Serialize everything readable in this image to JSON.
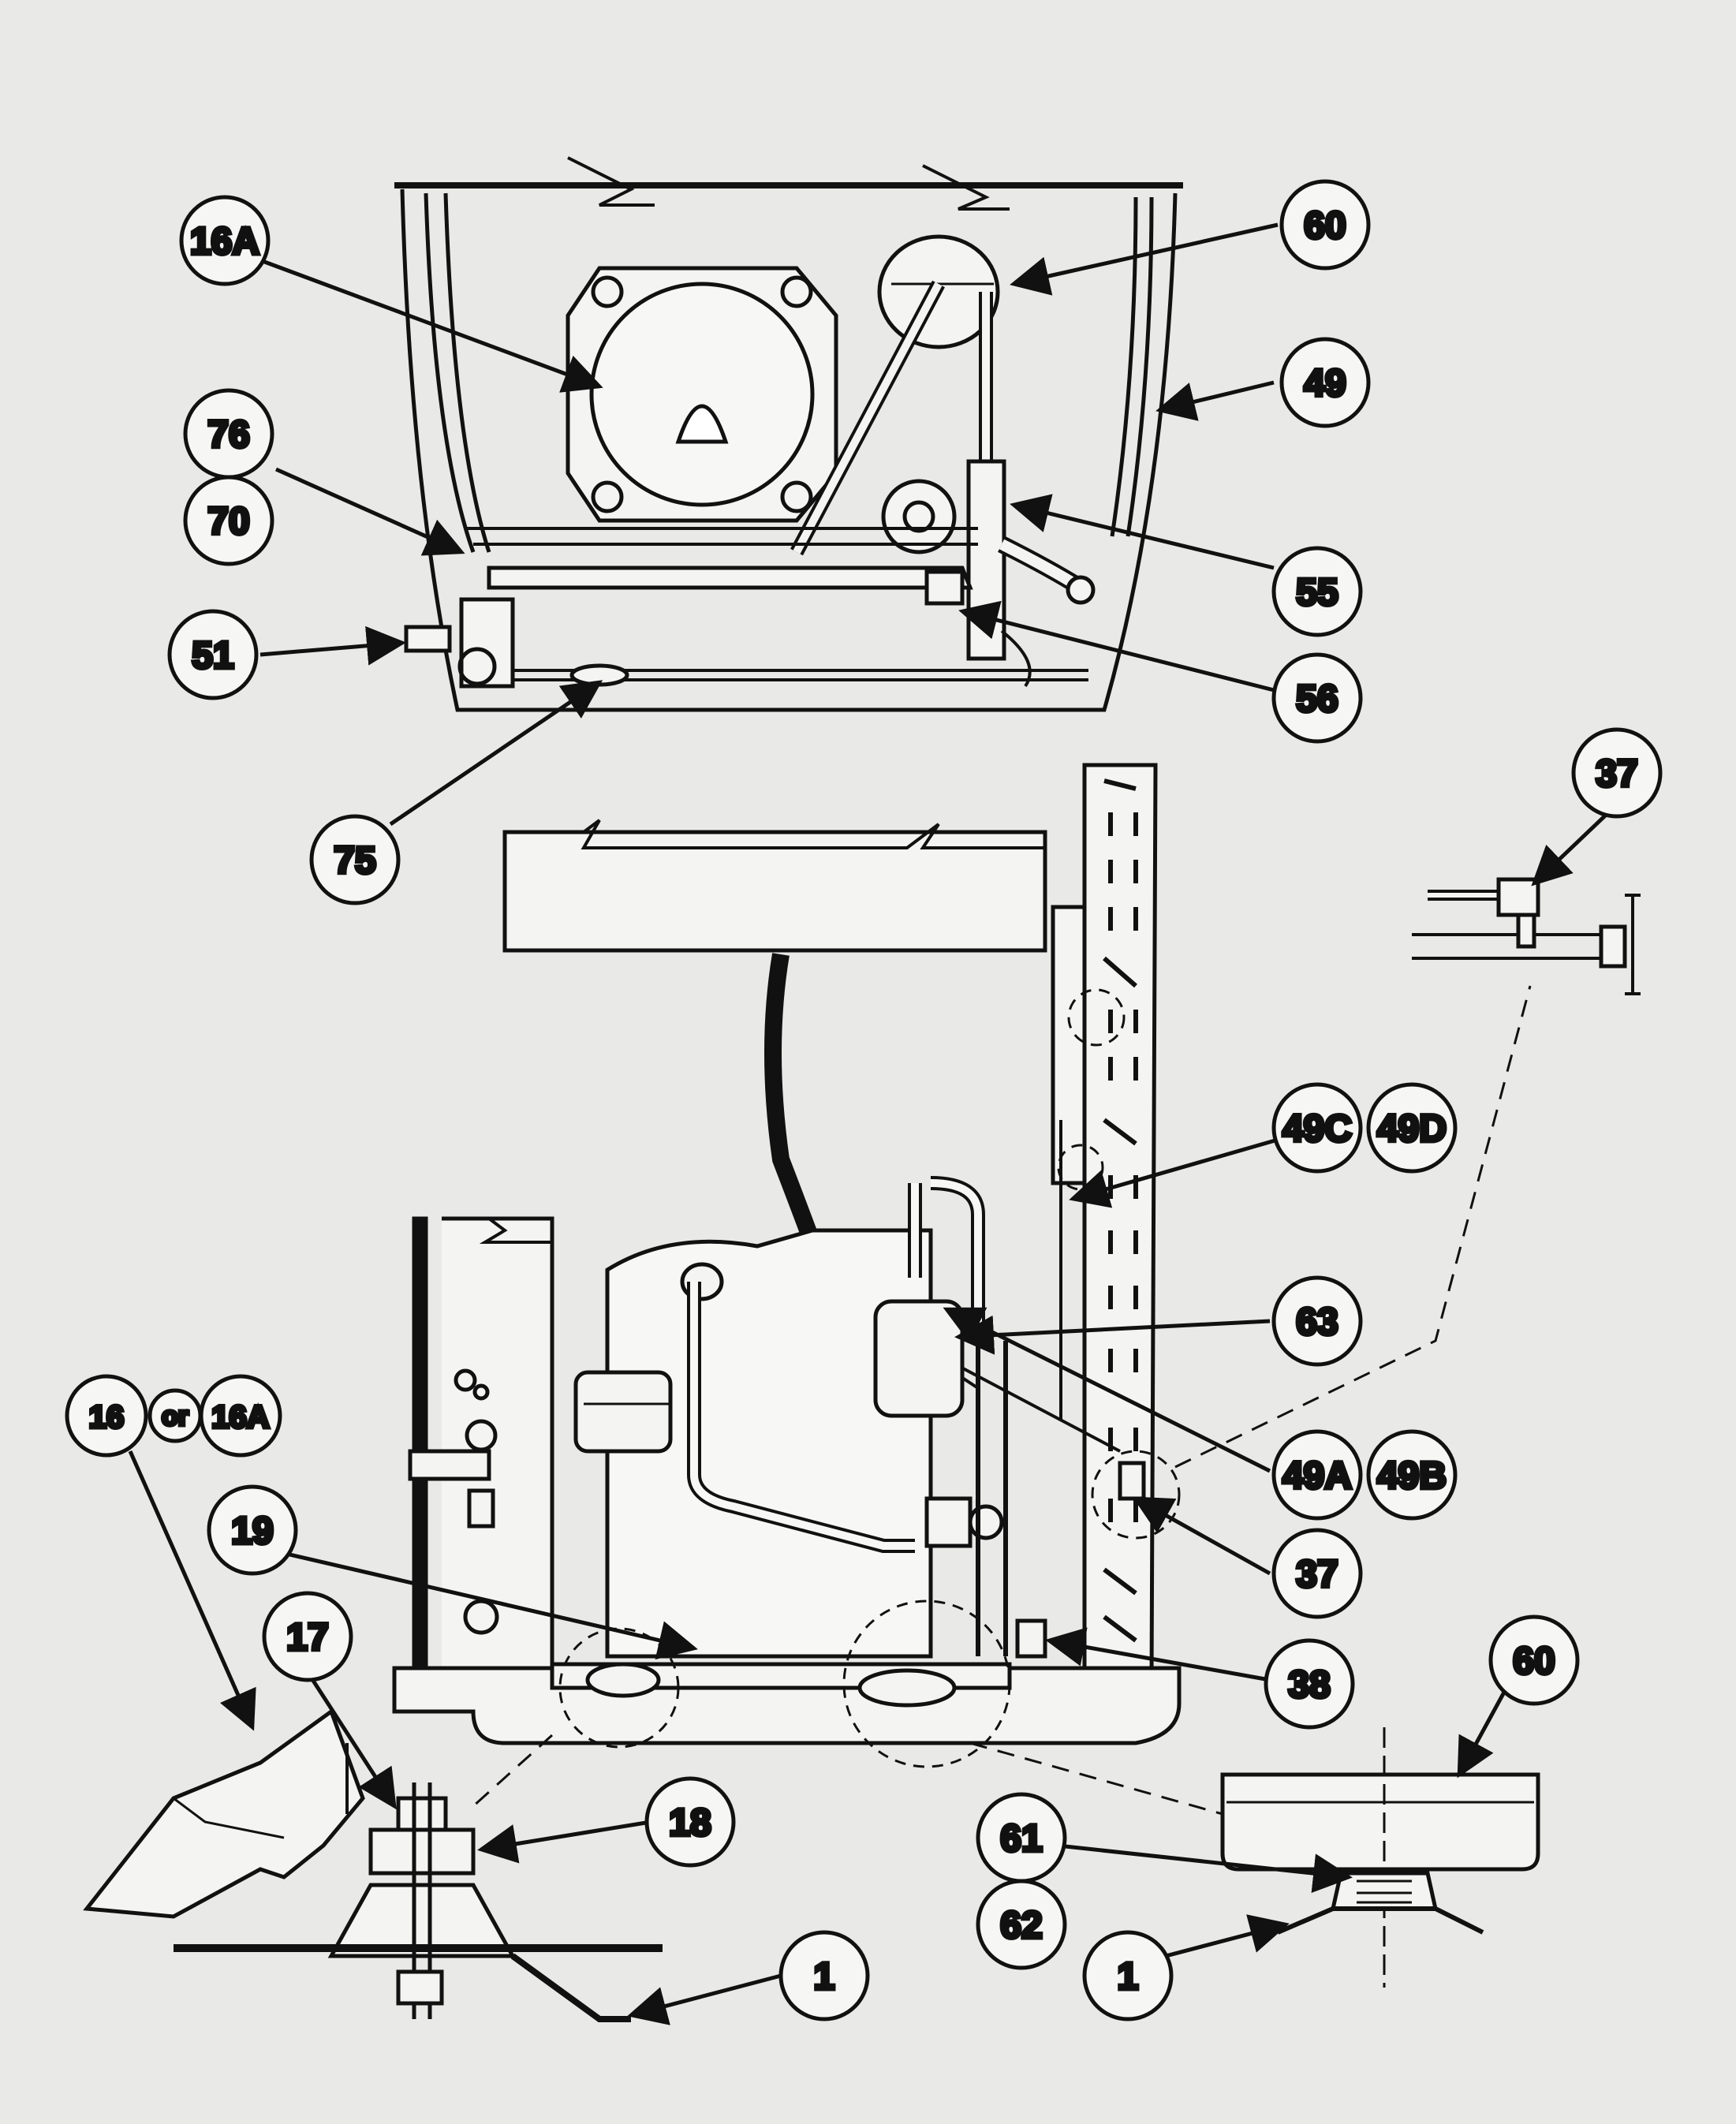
{
  "diagram": {
    "callouts": {
      "c16A_top": "16A",
      "c60_top": "60",
      "c49": "49",
      "c76": "76",
      "c70": "70",
      "c55": "55",
      "c51": "51",
      "c56": "56",
      "c75": "75",
      "c37_top": "37",
      "c49C": "49C",
      "c49D": "49D",
      "c63": "63",
      "c16": "16",
      "c_or": "or",
      "c16A_bottom": "16A",
      "c49A": "49A",
      "c49B": "49B",
      "c19": "19",
      "c37_bottom": "37",
      "c17": "17",
      "c38": "38",
      "c60_bottom": "60",
      "c18": "18",
      "c61": "61",
      "c62": "62",
      "c1_left": "1",
      "c1_right": "1"
    }
  }
}
